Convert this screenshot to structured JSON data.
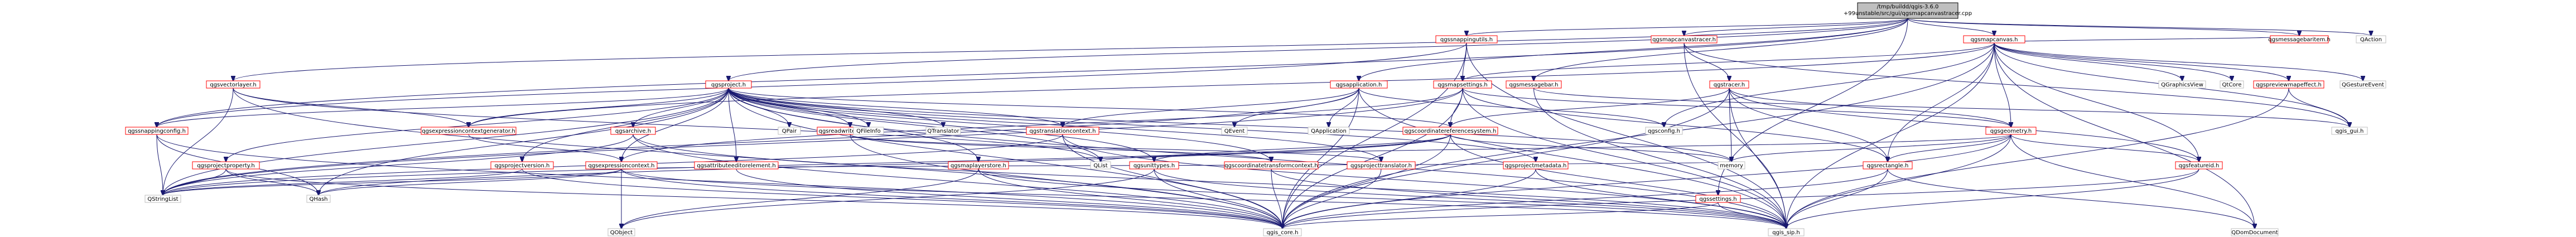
{
  "graph": {
    "title": "include dependency graph",
    "colors": {
      "focus_fill": "#bfbfbf",
      "focus_stroke": "#000000",
      "linked_stroke": "#ff0000",
      "plain_stroke": "#bfbfbf",
      "edge": "#191970"
    },
    "nodes": [
      {
        "id": "root",
        "label": "/tmp/buildd/qgis-3.6.0\n+99unstable/src/gui/qgsmapcanvastracer.cpp",
        "style": "focus"
      },
      {
        "id": "qgsmessagebaritem_h",
        "label": "qgsmessagebaritem.h",
        "style": "linked"
      },
      {
        "id": "qaction",
        "label": "QAction",
        "style": "plain"
      },
      {
        "id": "qgsmapcanvas_h",
        "label": "qgsmapcanvas.h",
        "style": "linked"
      },
      {
        "id": "qgsmapcanvastracer_h",
        "label": "qgsmapcanvastracer.h",
        "style": "linked"
      },
      {
        "id": "qgsmessagebar_h",
        "label": "qgsmessagebar.h",
        "style": "linked"
      },
      {
        "id": "qgssnappingutils_h",
        "label": "qgssnappingutils.h",
        "style": "linked"
      },
      {
        "id": "qgsvectorlayer_h",
        "label": "qgsvectorlayer.h",
        "style": "linked"
      },
      {
        "id": "qgsproject_h",
        "label": "qgsproject.h",
        "style": "linked"
      },
      {
        "id": "qgsapplication_h",
        "label": "qgsapplication.h",
        "style": "linked"
      },
      {
        "id": "qgsmapsettings_h",
        "label": "qgsmapsettings.h",
        "style": "linked"
      },
      {
        "id": "qgstracer_h",
        "label": "qgstracer.h",
        "style": "linked"
      },
      {
        "id": "qgssettings_h",
        "label": "qgssettings.h",
        "style": "linked"
      },
      {
        "id": "qgspreviewmapeffect_h",
        "label": "qgspreviewmapeffect.h",
        "style": "linked"
      },
      {
        "id": "qgsgeometry_h",
        "label": "qgsgeometry.h",
        "style": "linked"
      },
      {
        "id": "qgsfeatureid_h",
        "label": "qgsfeatureid.h",
        "style": "linked"
      },
      {
        "id": "qgsrectangle_h",
        "label": "qgsrectangle.h",
        "style": "linked"
      },
      {
        "id": "qgscoordinatereferencesystem_h",
        "label": "qgscoordinatereferencesystem.h",
        "style": "linked"
      },
      {
        "id": "qgstranslationcontext_h",
        "label": "qgstranslationcontext.h",
        "style": "linked"
      },
      {
        "id": "qgsreadwritecontext_h",
        "label": "qgsreadwritecontext.h",
        "style": "linked"
      },
      {
        "id": "qgsarchive_h",
        "label": "qgsarchive.h",
        "style": "linked"
      },
      {
        "id": "qgsexpressioncontextgenerator_h",
        "label": "qgsexpressioncontextgenerator.h",
        "style": "linked"
      },
      {
        "id": "qgssnappingconfig_h",
        "label": "qgssnappingconfig.h",
        "style": "linked"
      },
      {
        "id": "qgsprojectproperty_h",
        "label": "qgsprojectproperty.h",
        "style": "linked"
      },
      {
        "id": "qgsprojectversion_h",
        "label": "qgsprojectversion.h",
        "style": "linked"
      },
      {
        "id": "qgsexpressioncontext_h",
        "label": "qgsexpressioncontext.h",
        "style": "linked"
      },
      {
        "id": "qgsattributeeditorelement_h",
        "label": "qgsattributeeditorelement.h",
        "style": "linked"
      },
      {
        "id": "qgsmaplayerstore_h",
        "label": "qgsmaplayerstore.h",
        "style": "linked"
      },
      {
        "id": "qgsunittypes_h",
        "label": "qgsunittypes.h",
        "style": "linked"
      },
      {
        "id": "qgscoordinatetransformcontext_h",
        "label": "qgscoordinatetransformcontext.h",
        "style": "linked"
      },
      {
        "id": "qgsprojecttranslator_h",
        "label": "qgsprojecttranslator.h",
        "style": "linked"
      },
      {
        "id": "qgsprojectmetadata_h",
        "label": "qgsprojectmetadata.h",
        "style": "linked"
      },
      {
        "id": "qgsconfig_h",
        "label": "qgsconfig.h",
        "style": "plain"
      },
      {
        "id": "qevent",
        "label": "QEvent",
        "style": "plain"
      },
      {
        "id": "qapplication",
        "label": "QApplication",
        "style": "plain"
      },
      {
        "id": "qpair",
        "label": "QPair",
        "style": "plain"
      },
      {
        "id": "qfileinfo",
        "label": "QFileInfo",
        "style": "plain"
      },
      {
        "id": "qtranslator",
        "label": "QTranslator",
        "style": "plain"
      },
      {
        "id": "qgraphicsview",
        "label": "QGraphicsView",
        "style": "plain"
      },
      {
        "id": "qtcore",
        "label": "QtCore",
        "style": "plain"
      },
      {
        "id": "qgestureevent",
        "label": "QGestureEvent",
        "style": "plain"
      },
      {
        "id": "qgis_gui_h",
        "label": "qgis_gui.h",
        "style": "plain"
      },
      {
        "id": "qlist",
        "label": "QList",
        "style": "plain"
      },
      {
        "id": "memory",
        "label": "memory",
        "style": "plain"
      },
      {
        "id": "qstringlist",
        "label": "QStringList",
        "style": "plain"
      },
      {
        "id": "qhash",
        "label": "QHash",
        "style": "plain"
      },
      {
        "id": "qobject",
        "label": "QObject",
        "style": "plain"
      },
      {
        "id": "qgis_core_h",
        "label": "qgis_core.h",
        "style": "plain"
      },
      {
        "id": "qgis_sip_h",
        "label": "qgis_sip.h",
        "style": "plain"
      },
      {
        "id": "qdomdocument",
        "label": "QDomDocument",
        "style": "plain"
      }
    ],
    "edges": [
      [
        "root",
        "qgsmapcanvas_h"
      ],
      [
        "root",
        "qgsmessagebaritem_h"
      ],
      [
        "root",
        "qaction"
      ],
      [
        "root",
        "qgsmapcanvastracer_h"
      ],
      [
        "root",
        "qgsmessagebar_h"
      ],
      [
        "root",
        "qgssnappingutils_h"
      ],
      [
        "root",
        "qgsvectorlayer_h"
      ],
      [
        "root",
        "qgsproject_h"
      ],
      [
        "root",
        "qgsapplication_h"
      ],
      [
        "root",
        "qgssnappingconfig_h"
      ],
      [
        "root",
        "qgssettings_h"
      ],
      [
        "qgsmapcanvas_h",
        "qgsmapsettings_h"
      ],
      [
        "qgsmapcanvas_h",
        "qgsconfig_h"
      ],
      [
        "qgsmapcanvas_h",
        "qgsgeometry_h"
      ],
      [
        "qgsmapcanvas_h",
        "qgsfeatureid_h"
      ],
      [
        "qgsmapcanvas_h",
        "qgsrectangle_h"
      ],
      [
        "qgsmapcanvas_h",
        "qgspreviewmapeffect_h"
      ],
      [
        "qgsmapcanvas_h",
        "qgsmessagebaritem_h"
      ],
      [
        "qgsmapcanvas_h",
        "qgraphicsview"
      ],
      [
        "qgsmapcanvas_h",
        "qtcore"
      ],
      [
        "qgsmapcanvas_h",
        "qgestureevent"
      ],
      [
        "qgsmapcanvas_h",
        "qgis_gui_h"
      ],
      [
        "qgsmapcanvas_h",
        "qgis_sip_h"
      ],
      [
        "qgsmapcanvas_h",
        "qgis_core_h"
      ],
      [
        "qgsmapcanvas_h",
        "qdomdocument"
      ],
      [
        "qgsmapcanvas_h",
        "qgsexpressioncontextgenerator_h"
      ],
      [
        "qgsmapcanvastracer_h",
        "qgstracer_h"
      ],
      [
        "qgsmapcanvastracer_h",
        "qgis_gui_h"
      ],
      [
        "qgsmapcanvastracer_h",
        "qgis_sip_h"
      ],
      [
        "qgsmessagebar_h",
        "qgis_gui_h"
      ],
      [
        "qgsmessagebar_h",
        "qgis_sip_h"
      ],
      [
        "qgssnappingutils_h",
        "qgsmapsettings_h"
      ],
      [
        "qgssnappingutils_h",
        "qgssnappingconfig_h"
      ],
      [
        "qgssnappingutils_h",
        "qgis_core_h"
      ],
      [
        "qgssnappingutils_h",
        "qgis_sip_h"
      ],
      [
        "qgsvectorlayer_h",
        "qgsexpressioncontextgenerator_h"
      ],
      [
        "qgsvectorlayer_h",
        "qgis_core_h"
      ],
      [
        "qgsvectorlayer_h",
        "qlist"
      ],
      [
        "qgsvectorlayer_h",
        "qstringlist"
      ],
      [
        "qgsproject_h",
        "qgsarchive_h"
      ],
      [
        "qgsproject_h",
        "qgsreadwritecontext_h"
      ],
      [
        "qgsproject_h",
        "qgstranslationcontext_h"
      ],
      [
        "qgsproject_h",
        "qgssnappingconfig_h"
      ],
      [
        "qgsproject_h",
        "qgsexpressioncontextgenerator_h"
      ],
      [
        "qgsproject_h",
        "qgsprojectproperty_h"
      ],
      [
        "qgsproject_h",
        "qgsprojectversion_h"
      ],
      [
        "qgsproject_h",
        "qgsexpressioncontext_h"
      ],
      [
        "qgsproject_h",
        "qgsattributeeditorelement_h"
      ],
      [
        "qgsproject_h",
        "qgsmaplayerstore_h"
      ],
      [
        "qgsproject_h",
        "qgsunittypes_h"
      ],
      [
        "qgsproject_h",
        "qgscoordinatetransformcontext_h"
      ],
      [
        "qgsproject_h",
        "qgsprojecttranslator_h"
      ],
      [
        "qgsproject_h",
        "qgsprojectmetadata_h"
      ],
      [
        "qgsproject_h",
        "qgscoordinatereferencesystem_h"
      ],
      [
        "qgsproject_h",
        "qpair"
      ],
      [
        "qgsproject_h",
        "qfileinfo"
      ],
      [
        "qgsproject_h",
        "qtranslator"
      ],
      [
        "qgsproject_h",
        "qlist"
      ],
      [
        "qgsproject_h",
        "qhash"
      ],
      [
        "qgsproject_h",
        "qstringlist"
      ],
      [
        "qgsproject_h",
        "qgis_core_h"
      ],
      [
        "qgsproject_h",
        "qgis_sip_h"
      ],
      [
        "qgsproject_h",
        "memory"
      ],
      [
        "qgsapplication_h",
        "qgsconfig_h"
      ],
      [
        "qgsapplication_h",
        "qevent"
      ],
      [
        "qgsapplication_h",
        "qapplication"
      ],
      [
        "qgsapplication_h",
        "qgstranslationcontext_h"
      ],
      [
        "qgsapplication_h",
        "qgis_core_h"
      ],
      [
        "qgsapplication_h",
        "qstringlist"
      ],
      [
        "qgsapplication_h",
        "qgis_sip_h"
      ],
      [
        "qgsmapsettings_h",
        "qgscoordinatereferencesystem_h"
      ],
      [
        "qgsmapsettings_h",
        "qgsrectangle_h"
      ],
      [
        "qgsmapsettings_h",
        "qgsgeometry_h"
      ],
      [
        "qgsmapsettings_h",
        "qgis_core_h"
      ],
      [
        "qgsmapsettings_h",
        "qgis_sip_h"
      ],
      [
        "qgsmapsettings_h",
        "qgsexpressioncontext_h"
      ],
      [
        "qgsmapsettings_h",
        "qstringlist"
      ],
      [
        "qgstracer_h",
        "qgsfeatureid_h"
      ],
      [
        "qgstracer_h",
        "qgsgeometry_h"
      ],
      [
        "qgstracer_h",
        "qgsrectangle_h"
      ],
      [
        "qgstracer_h",
        "qgscoordinatereferencesystem_h"
      ],
      [
        "qgstracer_h",
        "qgis_core_h"
      ],
      [
        "qgstracer_h",
        "qgis_sip_h"
      ],
      [
        "qgstracer_h",
        "memory"
      ],
      [
        "qgssettings_h",
        "qgis_core_h"
      ],
      [
        "qgssettings_h",
        "qgis_sip_h"
      ],
      [
        "qgspreviewmapeffect_h",
        "qgis_gui_h"
      ],
      [
        "qgspreviewmapeffect_h",
        "qgis_sip_h"
      ],
      [
        "qgsgeometry_h",
        "qgsfeatureid_h"
      ],
      [
        "qgsgeometry_h",
        "qgsrectangle_h"
      ],
      [
        "qgsgeometry_h",
        "qgis_core_h"
      ],
      [
        "qgsgeometry_h",
        "qgis_sip_h"
      ],
      [
        "qgsgeometry_h",
        "memory"
      ],
      [
        "qgsgeometry_h",
        "qdomdocument"
      ],
      [
        "qgsgeometry_h",
        "qlist"
      ],
      [
        "qgsfeatureid_h",
        "qgis_core_h"
      ],
      [
        "qgsfeatureid_h",
        "qgis_sip_h"
      ],
      [
        "qgsrectangle_h",
        "qgis_core_h"
      ],
      [
        "qgsrectangle_h",
        "qgis_sip_h"
      ],
      [
        "qgsrectangle_h",
        "qdomdocument"
      ],
      [
        "qgscoordinatereferencesystem_h",
        "qgis_core_h"
      ],
      [
        "qgscoordinatereferencesystem_h",
        "qgis_sip_h"
      ],
      [
        "qgscoordinatereferencesystem_h",
        "qgsunittypes_h"
      ],
      [
        "qgscoordinatereferencesystem_h",
        "memory"
      ],
      [
        "qgscoordinatereferencesystem_h",
        "qhash"
      ],
      [
        "qgscoordinatereferencesystem_h",
        "qstringlist"
      ],
      [
        "qgstranslationcontext_h",
        "qgis_core_h"
      ],
      [
        "qgstranslationcontext_h",
        "qgis_sip_h"
      ],
      [
        "qgstranslationcontext_h",
        "qstringlist"
      ],
      [
        "qgsreadwritecontext_h",
        "qgis_core_h"
      ],
      [
        "qgsreadwritecontext_h",
        "qgsprojecttranslator_h"
      ],
      [
        "qgsreadwritecontext_h",
        "qgscoordinatetransformcontext_h"
      ],
      [
        "qgsarchive_h",
        "qgis_core_h"
      ],
      [
        "qgsarchive_h",
        "qstringlist"
      ],
      [
        "qgsarchive_h",
        "qgis_sip_h"
      ],
      [
        "qgsexpressioncontextgenerator_h",
        "qgsexpressioncontext_h"
      ],
      [
        "qgssnappingconfig_h",
        "qgis_core_h"
      ],
      [
        "qgssnappingconfig_h",
        "qstringlist"
      ],
      [
        "qgssnappingconfig_h",
        "qhash"
      ],
      [
        "qgsprojectproperty_h",
        "qgis_core_h"
      ],
      [
        "qgsprojectproperty_h",
        "qhash"
      ],
      [
        "qgsprojectproperty_h",
        "qstringlist"
      ],
      [
        "qgsprojectversion_h",
        "qgis_core_h"
      ],
      [
        "qgsprojectversion_h",
        "qstringlist"
      ],
      [
        "qgsexpressioncontext_h",
        "qgis_core_h"
      ],
      [
        "qgsexpressioncontext_h",
        "qgis_sip_h"
      ],
      [
        "qgsexpressioncontext_h",
        "qhash"
      ],
      [
        "qgsexpressioncontext_h",
        "qstringlist"
      ],
      [
        "qgsexpressioncontext_h",
        "memory"
      ],
      [
        "qgsexpressioncontext_h",
        "qobject"
      ],
      [
        "qgsattributeeditorelement_h",
        "qgis_core_h"
      ],
      [
        "qgsmaplayerstore_h",
        "qgis_core_h"
      ],
      [
        "qgsmaplayerstore_h",
        "qgis_sip_h"
      ],
      [
        "qgsmaplayerstore_h",
        "qobject"
      ],
      [
        "qgsunittypes_h",
        "qgis_core_h"
      ],
      [
        "qgsunittypes_h",
        "qgis_sip_h"
      ],
      [
        "qgsunittypes_h",
        "qobject"
      ],
      [
        "qgscoordinatetransformcontext_h",
        "qgis_core_h"
      ],
      [
        "qgscoordinatetransformcontext_h",
        "qgis_sip_h"
      ],
      [
        "qgsprojecttranslator_h",
        "qgis_core_h"
      ],
      [
        "qgsprojectmetadata_h",
        "qgis_core_h"
      ],
      [
        "qgsprojectmetadata_h",
        "qgis_sip_h"
      ]
    ]
  }
}
